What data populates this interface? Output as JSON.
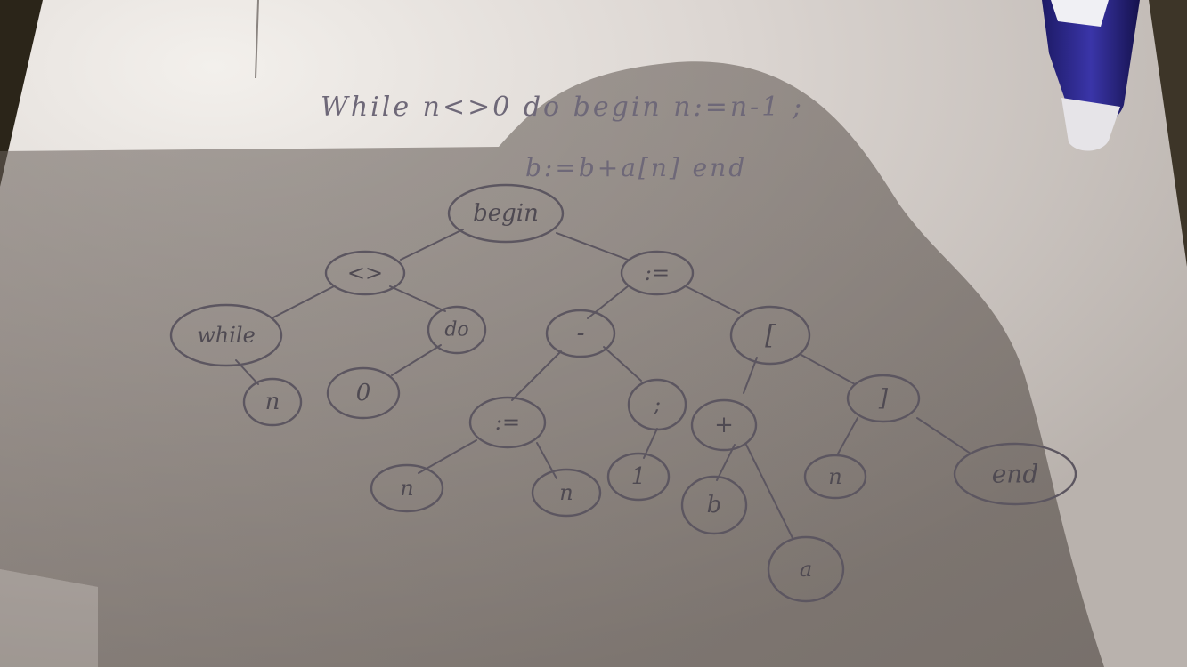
{
  "code_line_1": "While n<>0 do begin n:=n-1 ;",
  "code_line_2": "b:=b+a[n] end",
  "tree": {
    "nodes": [
      {
        "id": "begin",
        "label": "begin"
      },
      {
        "id": "ne",
        "label": "<>"
      },
      {
        "id": "assign_top",
        "label": ":="
      },
      {
        "id": "while",
        "label": "while"
      },
      {
        "id": "do",
        "label": "do"
      },
      {
        "id": "n1",
        "label": "n"
      },
      {
        "id": "zero",
        "label": "0"
      },
      {
        "id": "minus",
        "label": "-"
      },
      {
        "id": "lbracket",
        "label": "["
      },
      {
        "id": "assign_low",
        "label": ":="
      },
      {
        "id": "semicolon",
        "label": ";"
      },
      {
        "id": "plus",
        "label": "+"
      },
      {
        "id": "rbracket",
        "label": "]"
      },
      {
        "id": "end",
        "label": "end"
      },
      {
        "id": "n2",
        "label": "n"
      },
      {
        "id": "n3",
        "label": "n"
      },
      {
        "id": "one",
        "label": "1"
      },
      {
        "id": "b",
        "label": "b"
      },
      {
        "id": "n4",
        "label": "n"
      },
      {
        "id": "a",
        "label": "a"
      }
    ]
  }
}
